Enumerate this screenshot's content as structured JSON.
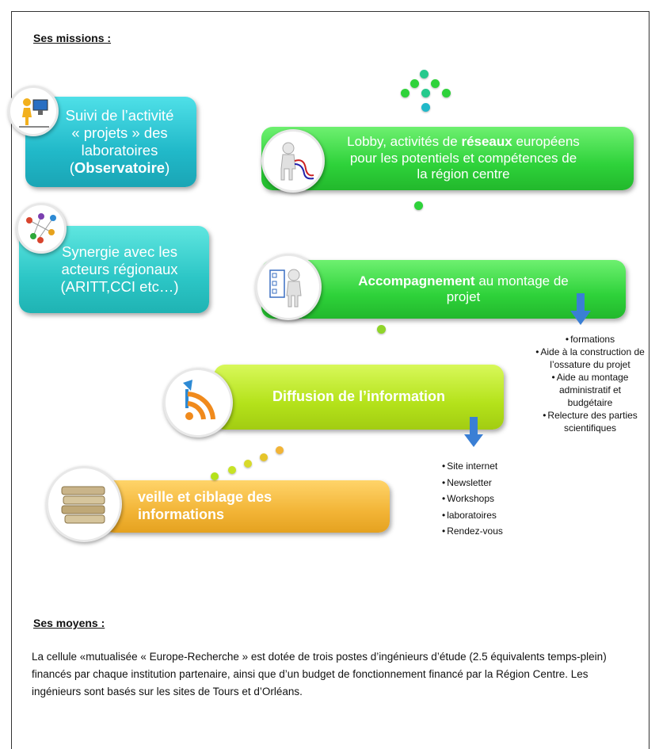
{
  "headings": {
    "missions": "Ses missions :",
    "moyens": "Ses moyens :"
  },
  "boxes": {
    "suivi": {
      "line1": "Suivi de l’activité",
      "line2": "« projets » des",
      "line3": "laboratoires",
      "bold": "Observatoire"
    },
    "synergie": {
      "line1": "Synergie avec les",
      "line2": "acteurs régionaux",
      "line3": "(ARITT,CCI etc…)"
    },
    "lobby": {
      "pre": "Lobby, activités de ",
      "bold": "réseaux",
      "post": "  européens",
      "line2": "pour les potentiels et compétences de",
      "line3": "la région centre"
    },
    "accompagnement": {
      "bold": "Accompagnement",
      "post": " au montage de",
      "line2": "projet"
    },
    "diffusion": {
      "label": "Diffusion de l’information"
    },
    "veille": {
      "line1": "veille et ciblage des",
      "line2": "informations"
    }
  },
  "accompagnement_list": [
    "formations",
    "Aide à la construction de l’ossature du projet",
    "Aide au montage administratif et budgétaire",
    "Relecture des parties scientifiques"
  ],
  "diffusion_list": [
    "Site internet",
    "Newsletter",
    "Workshops",
    "laboratoires",
    "Rendez-vous"
  ],
  "paragraph": "La cellule «mutualisée « Europe-Recherche » est dotée de trois postes d’ingénieurs d’étude (2.5 équivalents temps-plein) financés par chaque institution partenaire,  ainsi que d’un  budget de fonctionnement financé par la Région Centre. Les ingénieurs sont basés sur les sites de Tours et d’Orléans.",
  "icons": [
    "worker-at-desk-icon",
    "people-network-icon",
    "plug-figure-icon",
    "checklist-figure-icon",
    "rss-megaphone-icon",
    "books-icon"
  ],
  "colors": {
    "teal": "#21b9c9",
    "green": "#2ed23a",
    "lime": "#b4e21a",
    "orange": "#f2b436",
    "arrow": "#3a7fd5"
  }
}
